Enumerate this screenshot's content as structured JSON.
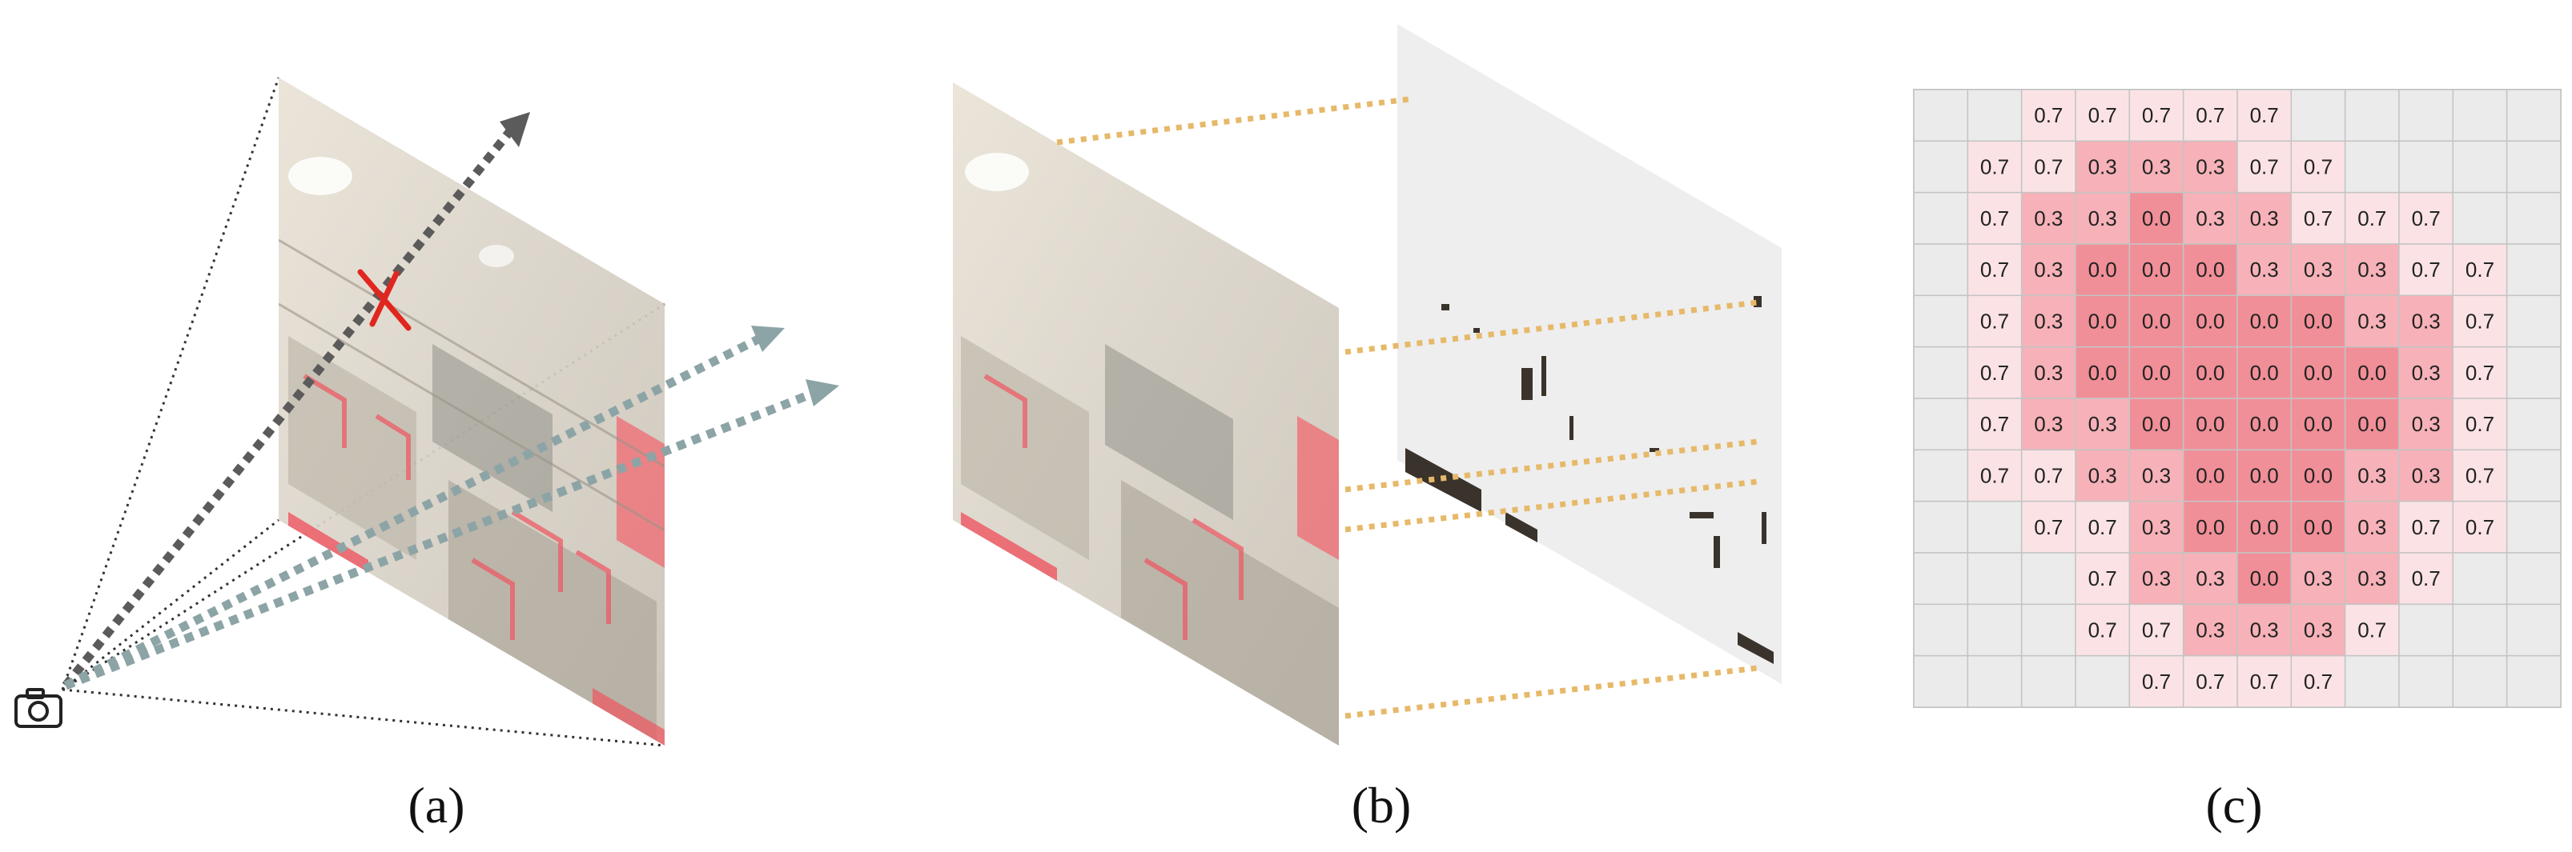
{
  "panels": {
    "a": {
      "caption": "(a)",
      "icon": "camera-icon"
    },
    "b": {
      "caption": "(b)"
    },
    "c": {
      "caption": "(c)"
    }
  },
  "colors": {
    "far": "#ebebeb",
    "value_0_7": "#fbe3e5",
    "value_0_3": "#f6b2b8",
    "value_0_0": "#f08f97",
    "grid_line": "#c4c4c4",
    "ray_dark": "#5b5b5b",
    "ray_teal": "#8da4a6",
    "projection_dots": "#e6b96a",
    "mark_red": "#e0261e"
  },
  "grid": {
    "rows": [
      [
        null,
        null,
        "0.7",
        "0.7",
        "0.7",
        "0.7",
        "0.7",
        null,
        null,
        null,
        null,
        null
      ],
      [
        null,
        "0.7",
        "0.7",
        "0.3",
        "0.3",
        "0.3",
        "0.7",
        "0.7",
        null,
        null,
        null,
        null
      ],
      [
        null,
        "0.7",
        "0.3",
        "0.3",
        "0.0",
        "0.3",
        "0.3",
        "0.7",
        "0.7",
        "0.7",
        null,
        null
      ],
      [
        null,
        "0.7",
        "0.3",
        "0.0",
        "0.0",
        "0.0",
        "0.3",
        "0.3",
        "0.3",
        "0.7",
        "0.7",
        null
      ],
      [
        null,
        "0.7",
        "0.3",
        "0.0",
        "0.0",
        "0.0",
        "0.0",
        "0.0",
        "0.3",
        "0.3",
        "0.7",
        null
      ],
      [
        null,
        "0.7",
        "0.3",
        "0.0",
        "0.0",
        "0.0",
        "0.0",
        "0.0",
        "0.0",
        "0.3",
        "0.7",
        null
      ],
      [
        null,
        "0.7",
        "0.3",
        "0.3",
        "0.0",
        "0.0",
        "0.0",
        "0.0",
        "0.0",
        "0.3",
        "0.7",
        null
      ],
      [
        null,
        "0.7",
        "0.7",
        "0.3",
        "0.3",
        "0.0",
        "0.0",
        "0.0",
        "0.3",
        "0.3",
        "0.7",
        null
      ],
      [
        null,
        null,
        "0.7",
        "0.7",
        "0.3",
        "0.0",
        "0.0",
        "0.0",
        "0.3",
        "0.7",
        "0.7",
        null
      ],
      [
        null,
        null,
        null,
        "0.7",
        "0.3",
        "0.3",
        "0.0",
        "0.3",
        "0.3",
        "0.7",
        null,
        null
      ],
      [
        null,
        null,
        null,
        "0.7",
        "0.7",
        "0.3",
        "0.3",
        "0.3",
        "0.7",
        null,
        null,
        null
      ],
      [
        null,
        null,
        null,
        null,
        "0.7",
        "0.7",
        "0.7",
        "0.7",
        null,
        null,
        null,
        null
      ]
    ]
  }
}
